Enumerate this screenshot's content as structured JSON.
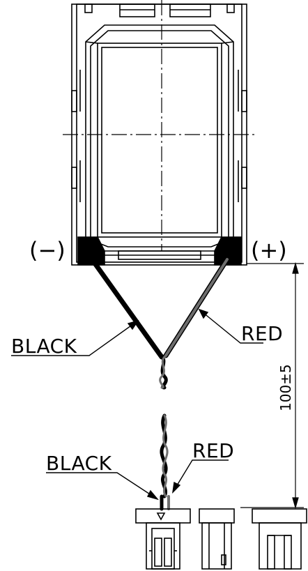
{
  "labels": {
    "negative": "(−)",
    "positive": "(+)",
    "black_upper": "BLACK",
    "red_upper": "RED",
    "black_lower": "BLACK",
    "red_lower": "RED",
    "length_dimension": "100±5"
  },
  "colors": {
    "line": "#000000",
    "black_wire": "#000000",
    "red_wire": "#6e6e6e",
    "terminal_fill": "#000000"
  }
}
